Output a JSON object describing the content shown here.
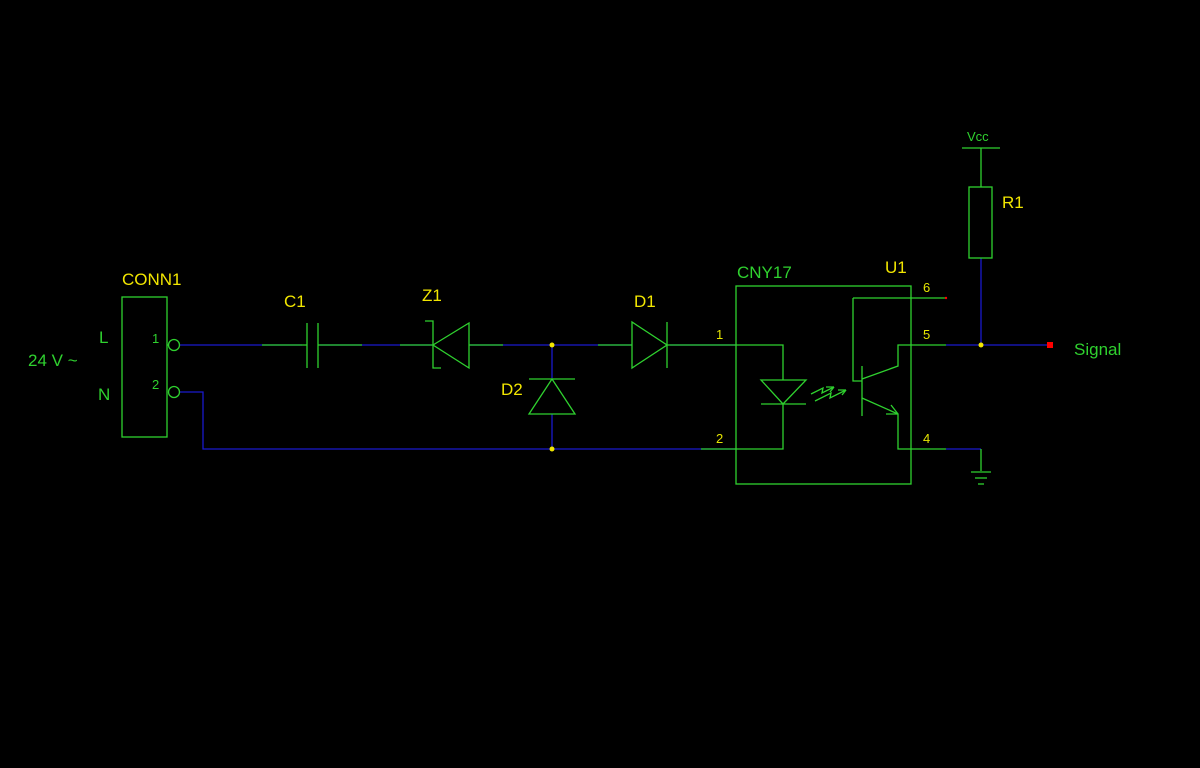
{
  "colors": {
    "background": "#000000",
    "wire": "#1a1acc",
    "component": "#2fd12f",
    "label": "#f2e600",
    "signal_port": "#ff0000"
  },
  "source": {
    "voltage_label": "24 V ~",
    "line_label": "L",
    "neutral_label": "N"
  },
  "components": {
    "conn1": {
      "ref": "CONN1",
      "pin1": "1",
      "pin2": "2"
    },
    "c1": {
      "ref": "C1"
    },
    "z1": {
      "ref": "Z1"
    },
    "d1": {
      "ref": "D1"
    },
    "d2": {
      "ref": "D2"
    },
    "u1": {
      "ref": "U1",
      "part": "CNY17",
      "pins": {
        "p1": "1",
        "p2": "2",
        "p4": "4",
        "p5": "5",
        "p6": "6"
      }
    },
    "r1": {
      "ref": "R1"
    }
  },
  "power": {
    "vcc_label": "Vcc"
  },
  "output": {
    "signal_label": "Signal"
  }
}
